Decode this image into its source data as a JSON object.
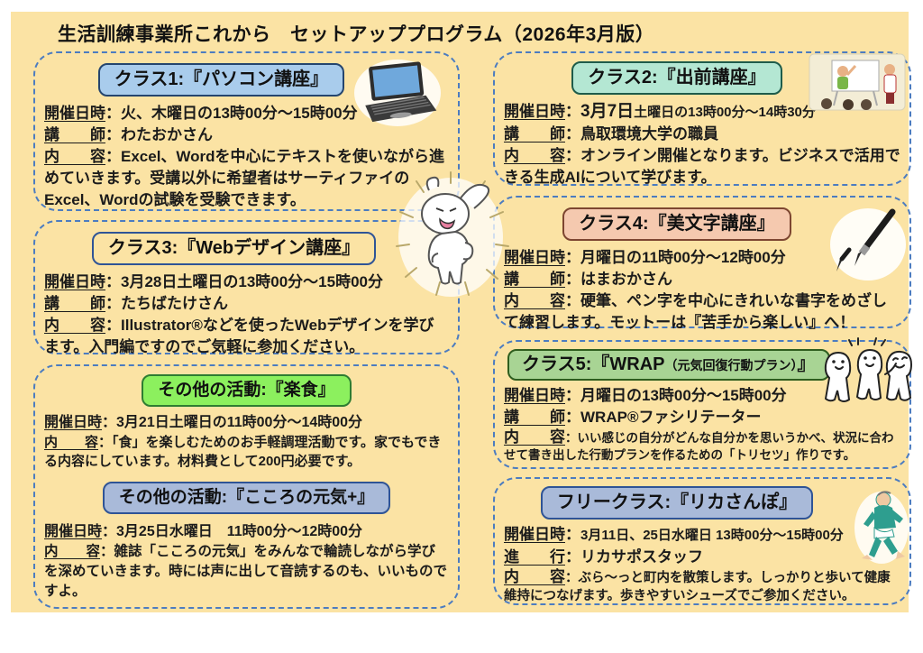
{
  "title": "生活訓練事業所これから　セットアッププログラム（2026年3月版）",
  "misc": {
    "colon": "："
  },
  "labels": {
    "schedule": "開催日時",
    "teacher": "講　　師",
    "content": "内　　容",
    "leader": "進　　行"
  },
  "colors": {
    "background": "#FBE3A4",
    "dashed_border": "#4C7CC0",
    "class1_fill": "#A9CCEC",
    "class2_fill": "#B4E7D3",
    "class4_fill": "#F5C9AF",
    "class5_fill": "#A8D494",
    "rakusyoku_fill": "#8CF05E",
    "kokoro_fill": "#A9BAD9",
    "free_fill": "#A9BAD9"
  },
  "class1": {
    "header": "クラス1:『パソコン講座』",
    "icon": "laptop-icon",
    "schedule": "火、木曜日の13時00分～15時00分",
    "teacher": "わたおかさん",
    "content": "Excel、Wordを中心にテキストを使いながら進めていきます。受講以外に希望者はサーティファイのExcel、Wordの試験を受験できます。"
  },
  "class2": {
    "header": "クラス2:『出前講座』",
    "icon": "classroom-illustration",
    "schedule_big": "3月7日",
    "schedule_rest": "土曜日の13時00分～14時30分",
    "teacher": "鳥取環境大学の職員",
    "content": "オンライン開催となります。ビジネスで活用できる生成AIについて学びます。"
  },
  "class3": {
    "header": "クラス3:『Webデザイン講座』",
    "schedule": "3月28日土曜日の13時00分～15時00分",
    "teacher": "たちばたけさん",
    "content": "Illustrator®などを使ったWebデザインを学びます。入門編ですのでご気軽に参加ください。"
  },
  "class4": {
    "header": "クラス4:『美文字講座』",
    "icon": "brush-illustration",
    "schedule": "月曜日の11時00分～12時00分",
    "teacher": "はまおかさん",
    "content": "硬筆、ペン字を中心にきれいな書字をめざして練習します。モットーは『苦手から楽しい』へ！"
  },
  "class5": {
    "header_main": "クラス5:『WRAP",
    "header_small": "（元気回復行動プラン）",
    "header_close": "』",
    "icon": "friends-illustration",
    "schedule": "月曜日の13時00分～15時00分",
    "teacher": "WRAP®ファシリテーター",
    "content": "いい感じの自分がどんな自分かを思いうかべ、状況に合わせて書き出した行動プランを作るための「トリセツ」作りです。"
  },
  "rakusyoku": {
    "header": "その他の活動:『楽食』",
    "schedule": "3月21日土曜日の11時00分～14時00分",
    "content": "「食」を楽しむためのお手軽調理活動です。家でもできる内容にしています。材料費として200円必要です。"
  },
  "kokoro": {
    "header": "その他の活動:『こころの元気+』",
    "schedule": "3月25日水曜日　11時00分～12時00分",
    "content": "雑誌「こころの元気」をみんなで輪読しながら学びを深めていきます。時には声に出して音読するのも、いいものですよ。"
  },
  "free": {
    "header": "フリークラス:『リカさんぽ』",
    "icon": "walker-illustration",
    "schedule": "3月11日、25日水曜日 13時00分～15時00分",
    "leader": "リカサポスタッフ",
    "content": "ぶら～っと町内を散策します。しっかりと歩いて健康維持につなげます。歩きやすいシューズでご参加ください。"
  },
  "mascot": {
    "icon": "rabbit-mascot-illustration"
  }
}
